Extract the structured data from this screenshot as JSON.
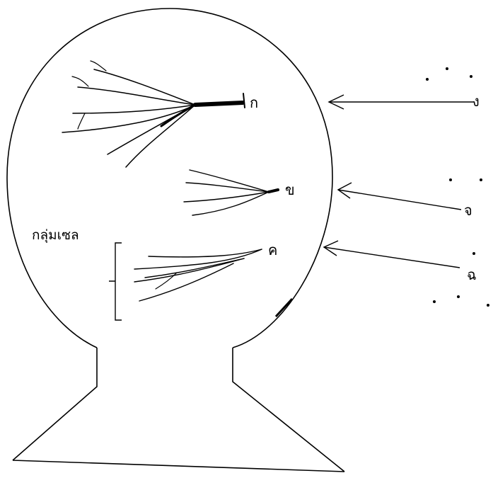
{
  "diagram": {
    "labels": {
      "ka": "ก",
      "kho": "ข",
      "kho_khwai": "ค",
      "ngo": "ง",
      "cho": "จ",
      "chi": "ฉ"
    },
    "cluster_label": "กลุ่มเซล",
    "colors": {
      "line": "#000000",
      "background": "#ffffff"
    }
  }
}
